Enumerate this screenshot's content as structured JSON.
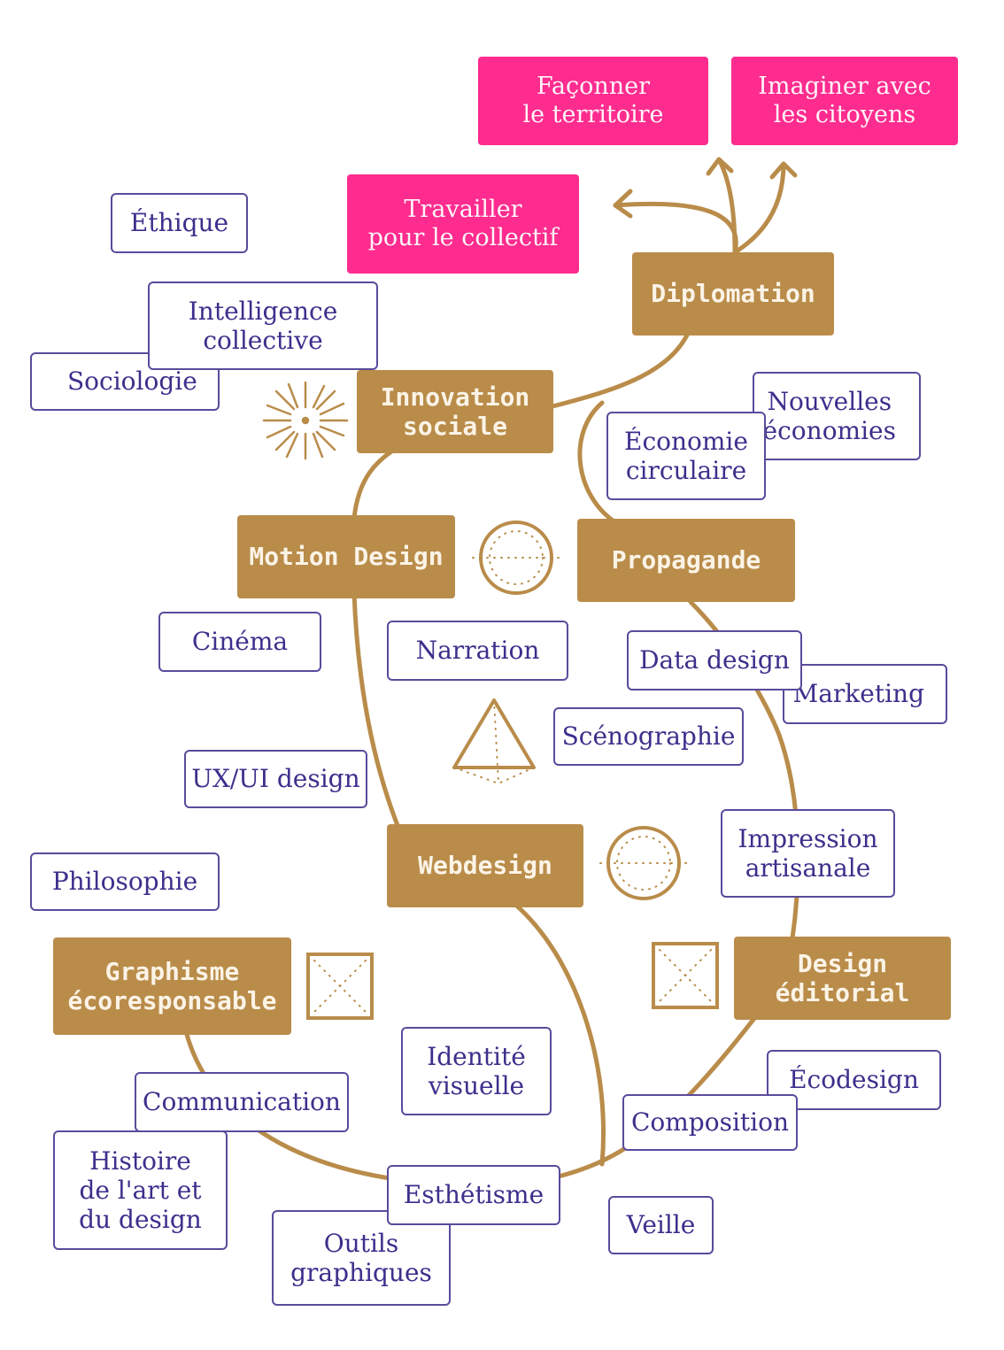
{
  "colors": {
    "path": "#b98c4a",
    "outline_border": "#5b4a9c",
    "outline_text": "#3f2e8c",
    "gold_fill": "#b98c4a",
    "pink_fill": "#fd2c8e"
  },
  "icons": [
    "sunburst-icon",
    "dotted-circle-icon",
    "dotted-circle-icon",
    "dotted-triangle-icon",
    "dotted-square-icon",
    "dotted-square-icon"
  ],
  "goals": {
    "faconner": "Façonner\nle territoire",
    "imaginer": "Imaginer avec\nles citoyens",
    "travailler": "Travailler\npour le collectif"
  },
  "stages": {
    "diplomation": "Diplomation",
    "innovation": "Innovation\nsociale",
    "motion": "Motion Design",
    "propagande": "Propagande",
    "webdesign": "Webdesign",
    "graphisme": "Graphisme\nécoresponsable",
    "editorial": "Design\néditorial"
  },
  "skills": {
    "ethique": "Éthique",
    "intelligence": "Intelligence\ncollective",
    "sociologie": "Sociologie",
    "nouvelles": "Nouvelles\néconomies",
    "economie": "Économie\ncirculaire",
    "cinema": "Cinéma",
    "narration": "Narration",
    "datadesign": "Data design",
    "marketing": "Marketing",
    "scenographie": "Scénographie",
    "uxui": "UX/UI design",
    "philosophie": "Philosophie",
    "impression": "Impression\nartisanale",
    "identite": "Identité\nvisuelle",
    "communication": "Communication",
    "ecodesign": "Écodesign",
    "composition": "Composition",
    "histoire": "Histoire\nde l'art et\ndu design",
    "esthetisme": "Esthétisme",
    "veille": "Veille",
    "outils": "Outils\ngraphiques"
  }
}
